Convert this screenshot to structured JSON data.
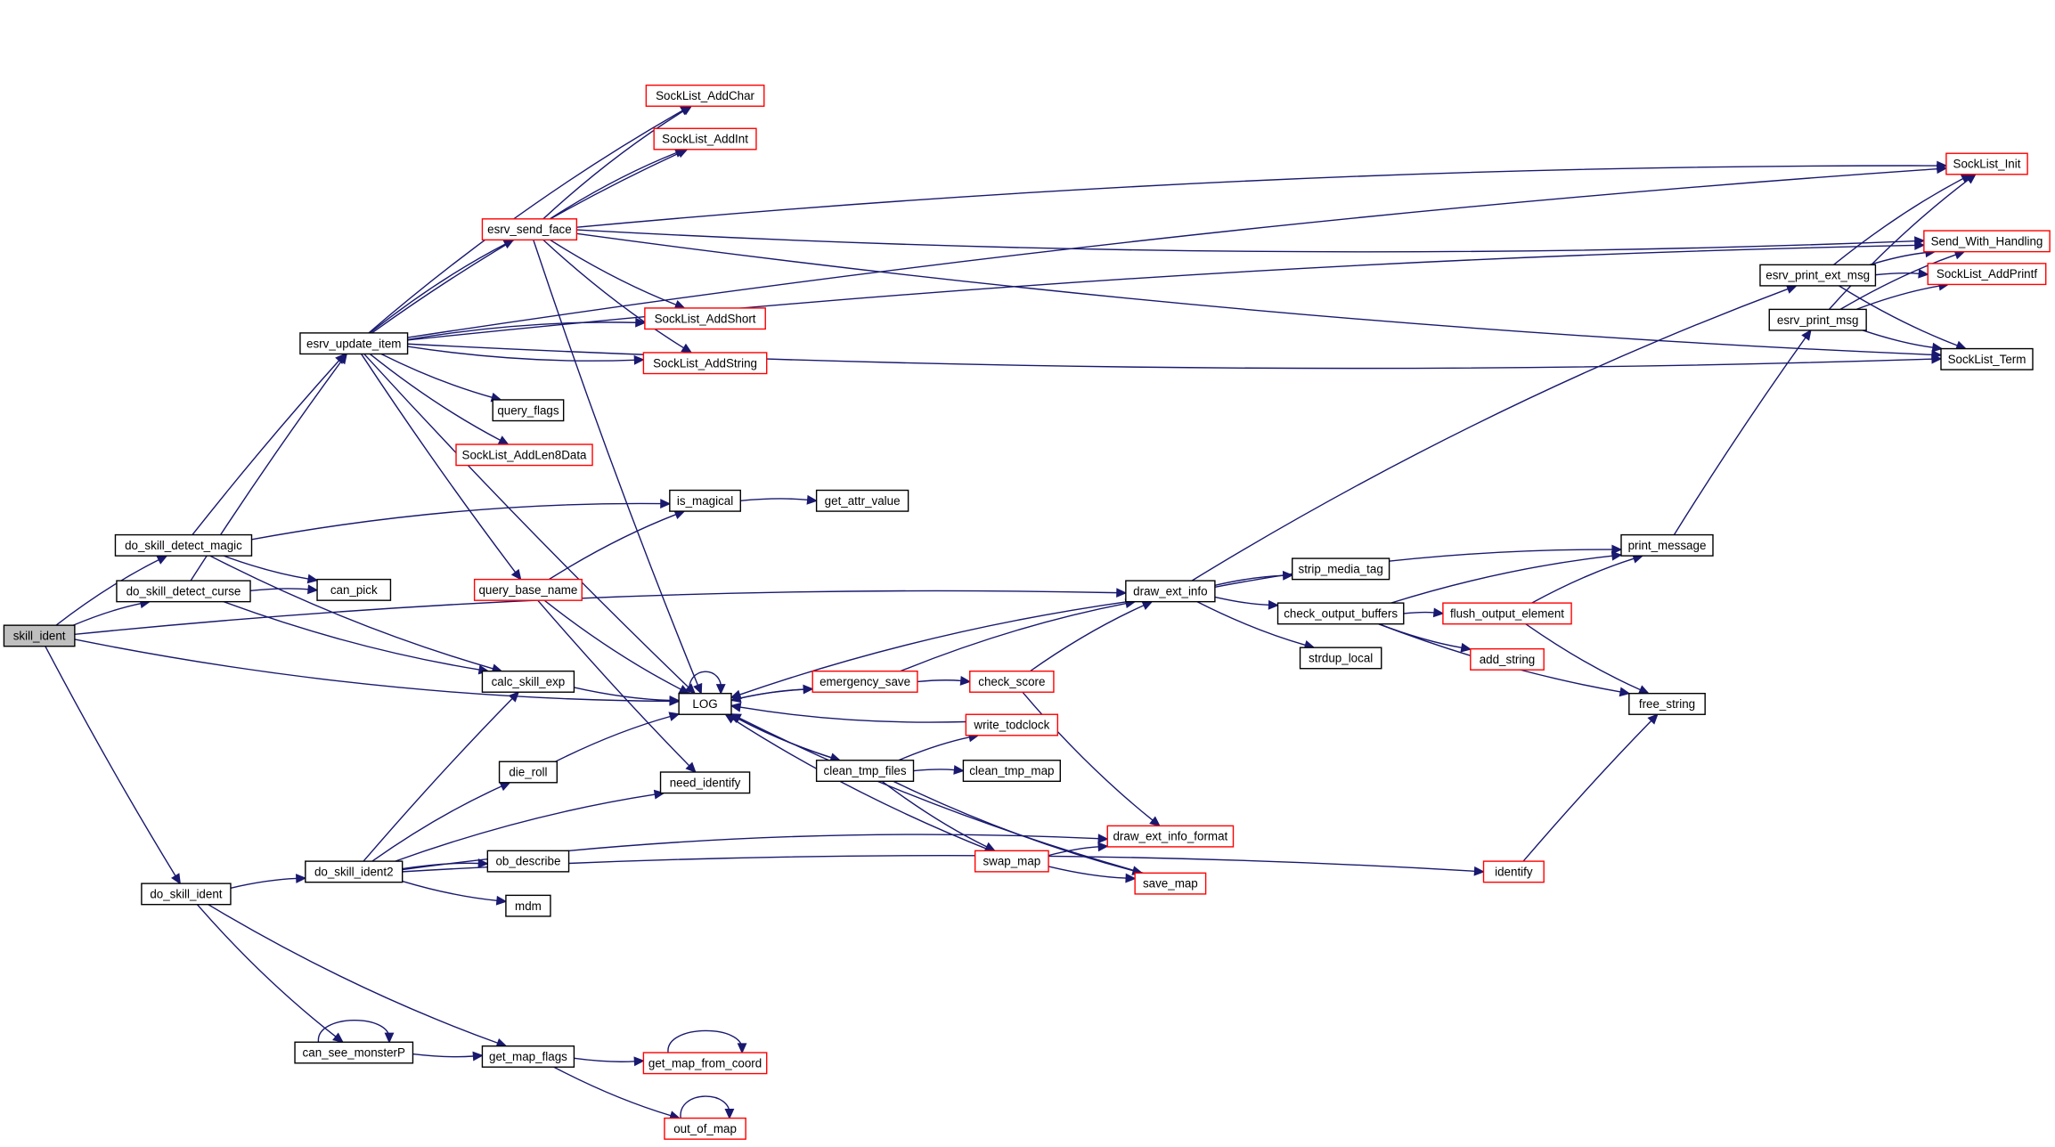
{
  "title": "Call graph: skill_ident",
  "colors": {
    "edge": "#191970",
    "border_normal": "#000000",
    "border_truncated": "#ff0000",
    "root_fill": "#bfbfbf",
    "fill": "#ffffff"
  },
  "nodes": {
    "skill_ident": {
      "label": "skill_ident",
      "kind": "root",
      "icon": "box"
    },
    "do_skill_detect_magic": {
      "label": "do_skill_detect_magic",
      "kind": "normal",
      "icon": "box"
    },
    "do_skill_detect_curse": {
      "label": "do_skill_detect_curse",
      "kind": "normal",
      "icon": "box"
    },
    "do_skill_ident": {
      "label": "do_skill_ident",
      "kind": "normal",
      "icon": "box"
    },
    "esrv_update_item": {
      "label": "esrv_update_item",
      "kind": "normal",
      "icon": "box"
    },
    "can_pick": {
      "label": "can_pick",
      "kind": "normal",
      "icon": "box"
    },
    "calc_skill_exp": {
      "label": "calc_skill_exp",
      "kind": "normal",
      "icon": "box"
    },
    "is_magical": {
      "label": "is_magical",
      "kind": "normal",
      "icon": "box"
    },
    "get_attr_value": {
      "label": "get_attr_value",
      "kind": "normal",
      "icon": "box"
    },
    "SockList_AddChar": {
      "label": "SockList_AddChar",
      "kind": "truncated",
      "icon": "box"
    },
    "SockList_AddInt": {
      "label": "SockList_AddInt",
      "kind": "truncated",
      "icon": "box"
    },
    "esrv_send_face": {
      "label": "esrv_send_face",
      "kind": "truncated",
      "icon": "box"
    },
    "SockList_AddShort": {
      "label": "SockList_AddShort",
      "kind": "truncated",
      "icon": "box"
    },
    "SockList_AddString": {
      "label": "SockList_AddString",
      "kind": "truncated",
      "icon": "box"
    },
    "query_flags": {
      "label": "query_flags",
      "kind": "normal",
      "icon": "box"
    },
    "SockList_AddLen8Data": {
      "label": "SockList_AddLen8Data",
      "kind": "truncated",
      "icon": "box"
    },
    "query_base_name": {
      "label": "query_base_name",
      "kind": "truncated",
      "icon": "box"
    },
    "LOG": {
      "label": "LOG",
      "kind": "normal",
      "icon": "box"
    },
    "need_identify": {
      "label": "need_identify",
      "kind": "normal",
      "icon": "box"
    },
    "die_roll": {
      "label": "die_roll",
      "kind": "normal",
      "icon": "box"
    },
    "do_skill_ident2": {
      "label": "do_skill_ident2",
      "kind": "normal",
      "icon": "box"
    },
    "ob_describe": {
      "label": "ob_describe",
      "kind": "normal",
      "icon": "box"
    },
    "mdm": {
      "label": "mdm",
      "kind": "normal",
      "icon": "box"
    },
    "can_see_monsterP": {
      "label": "can_see_monsterP",
      "kind": "normal",
      "icon": "box"
    },
    "get_map_flags": {
      "label": "get_map_flags",
      "kind": "normal",
      "icon": "box"
    },
    "get_map_from_coord": {
      "label": "get_map_from_coord",
      "kind": "truncated",
      "icon": "box"
    },
    "out_of_map": {
      "label": "out_of_map",
      "kind": "truncated",
      "icon": "box"
    },
    "emergency_save": {
      "label": "emergency_save",
      "kind": "truncated",
      "icon": "box"
    },
    "check_score": {
      "label": "check_score",
      "kind": "truncated",
      "icon": "box"
    },
    "write_todclock": {
      "label": "write_todclock",
      "kind": "truncated",
      "icon": "box"
    },
    "clean_tmp_files": {
      "label": "clean_tmp_files",
      "kind": "normal",
      "icon": "box"
    },
    "clean_tmp_map": {
      "label": "clean_tmp_map",
      "kind": "normal",
      "icon": "box"
    },
    "swap_map": {
      "label": "swap_map",
      "kind": "truncated",
      "icon": "box"
    },
    "draw_ext_info_format": {
      "label": "draw_ext_info_format",
      "kind": "truncated",
      "icon": "box"
    },
    "save_map": {
      "label": "save_map",
      "kind": "truncated",
      "icon": "box"
    },
    "draw_ext_info": {
      "label": "draw_ext_info",
      "kind": "normal",
      "icon": "box"
    },
    "strip_media_tag": {
      "label": "strip_media_tag",
      "kind": "normal",
      "icon": "box"
    },
    "check_output_buffers": {
      "label": "check_output_buffers",
      "kind": "normal",
      "icon": "box"
    },
    "strdup_local": {
      "label": "strdup_local",
      "kind": "normal",
      "icon": "box"
    },
    "flush_output_element": {
      "label": "flush_output_element",
      "kind": "truncated",
      "icon": "box"
    },
    "add_string": {
      "label": "add_string",
      "kind": "truncated",
      "icon": "box"
    },
    "print_message": {
      "label": "print_message",
      "kind": "normal",
      "icon": "box"
    },
    "free_string": {
      "label": "free_string",
      "kind": "normal",
      "icon": "box"
    },
    "identify": {
      "label": "identify",
      "kind": "truncated",
      "icon": "box"
    },
    "esrv_print_ext_msg": {
      "label": "esrv_print_ext_msg",
      "kind": "normal",
      "icon": "box"
    },
    "esrv_print_msg": {
      "label": "esrv_print_msg",
      "kind": "normal",
      "icon": "box"
    },
    "SockList_Init": {
      "label": "SockList_Init",
      "kind": "truncated",
      "icon": "box"
    },
    "Send_With_Handling": {
      "label": "Send_With_Handling",
      "kind": "truncated",
      "icon": "box"
    },
    "SockList_AddPrintf": {
      "label": "SockList_AddPrintf",
      "kind": "truncated",
      "icon": "box"
    },
    "SockList_Term": {
      "label": "SockList_Term",
      "kind": "normal",
      "icon": "box"
    }
  },
  "edges": [
    [
      "skill_ident",
      "do_skill_detect_magic"
    ],
    [
      "skill_ident",
      "do_skill_detect_curse"
    ],
    [
      "skill_ident",
      "do_skill_ident"
    ],
    [
      "skill_ident",
      "LOG"
    ],
    [
      "skill_ident",
      "draw_ext_info"
    ],
    [
      "do_skill_detect_magic",
      "esrv_update_item"
    ],
    [
      "do_skill_detect_magic",
      "can_pick"
    ],
    [
      "do_skill_detect_magic",
      "is_magical"
    ],
    [
      "do_skill_detect_magic",
      "calc_skill_exp"
    ],
    [
      "do_skill_detect_curse",
      "esrv_update_item"
    ],
    [
      "do_skill_detect_curse",
      "can_pick"
    ],
    [
      "do_skill_detect_curse",
      "calc_skill_exp"
    ],
    [
      "do_skill_ident",
      "do_skill_ident2"
    ],
    [
      "do_skill_ident",
      "can_see_monsterP"
    ],
    [
      "do_skill_ident",
      "get_map_flags"
    ],
    [
      "esrv_update_item",
      "SockList_AddChar"
    ],
    [
      "esrv_update_item",
      "SockList_AddInt"
    ],
    [
      "esrv_update_item",
      "esrv_send_face"
    ],
    [
      "esrv_update_item",
      "SockList_AddShort"
    ],
    [
      "esrv_update_item",
      "SockList_AddString"
    ],
    [
      "esrv_update_item",
      "query_flags"
    ],
    [
      "esrv_update_item",
      "SockList_AddLen8Data"
    ],
    [
      "esrv_update_item",
      "query_base_name"
    ],
    [
      "esrv_update_item",
      "LOG"
    ],
    [
      "esrv_update_item",
      "SockList_Init"
    ],
    [
      "esrv_update_item",
      "Send_With_Handling"
    ],
    [
      "esrv_update_item",
      "SockList_Term"
    ],
    [
      "esrv_send_face",
      "SockList_AddChar"
    ],
    [
      "esrv_send_face",
      "SockList_AddInt"
    ],
    [
      "esrv_send_face",
      "SockList_AddShort"
    ],
    [
      "esrv_send_face",
      "SockList_AddString"
    ],
    [
      "esrv_send_face",
      "LOG"
    ],
    [
      "esrv_send_face",
      "SockList_Init"
    ],
    [
      "esrv_send_face",
      "Send_With_Handling"
    ],
    [
      "esrv_send_face",
      "SockList_Term"
    ],
    [
      "query_base_name",
      "is_magical"
    ],
    [
      "query_base_name",
      "need_identify"
    ],
    [
      "query_base_name",
      "LOG"
    ],
    [
      "is_magical",
      "get_attr_value"
    ],
    [
      "calc_skill_exp",
      "LOG"
    ],
    [
      "LOG",
      "LOG"
    ],
    [
      "LOG",
      "emergency_save"
    ],
    [
      "LOG",
      "clean_tmp_files"
    ],
    [
      "die_roll",
      "LOG"
    ],
    [
      "do_skill_ident2",
      "calc_skill_exp"
    ],
    [
      "do_skill_ident2",
      "die_roll"
    ],
    [
      "do_skill_ident2",
      "need_identify"
    ],
    [
      "do_skill_ident2",
      "ob_describe"
    ],
    [
      "do_skill_ident2",
      "mdm"
    ],
    [
      "do_skill_ident2",
      "draw_ext_info_format"
    ],
    [
      "do_skill_ident2",
      "identify"
    ],
    [
      "can_see_monsterP",
      "can_see_monsterP"
    ],
    [
      "can_see_monsterP",
      "get_map_flags"
    ],
    [
      "get_map_flags",
      "get_map_from_coord"
    ],
    [
      "get_map_flags",
      "out_of_map"
    ],
    [
      "get_map_from_coord",
      "get_map_from_coord"
    ],
    [
      "out_of_map",
      "out_of_map"
    ],
    [
      "emergency_save",
      "LOG"
    ],
    [
      "emergency_save",
      "check_score"
    ],
    [
      "emergency_save",
      "draw_ext_info"
    ],
    [
      "check_score",
      "draw_ext_info"
    ],
    [
      "check_score",
      "draw_ext_info_format"
    ],
    [
      "write_todclock",
      "LOG"
    ],
    [
      "clean_tmp_files",
      "LOG"
    ],
    [
      "clean_tmp_files",
      "write_todclock"
    ],
    [
      "clean_tmp_files",
      "clean_tmp_map"
    ],
    [
      "clean_tmp_files",
      "swap_map"
    ],
    [
      "clean_tmp_files",
      "save_map"
    ],
    [
      "swap_map",
      "LOG"
    ],
    [
      "swap_map",
      "draw_ext_info_format"
    ],
    [
      "swap_map",
      "save_map"
    ],
    [
      "save_map",
      "LOG"
    ],
    [
      "draw_ext_info",
      "LOG"
    ],
    [
      "draw_ext_info",
      "strip_media_tag"
    ],
    [
      "draw_ext_info",
      "check_output_buffers"
    ],
    [
      "draw_ext_info",
      "strdup_local"
    ],
    [
      "draw_ext_info",
      "print_message"
    ],
    [
      "draw_ext_info",
      "esrv_print_ext_msg"
    ],
    [
      "check_output_buffers",
      "flush_output_element"
    ],
    [
      "check_output_buffers",
      "add_string"
    ],
    [
      "check_output_buffers",
      "free_string"
    ],
    [
      "check_output_buffers",
      "print_message"
    ],
    [
      "flush_output_element",
      "print_message"
    ],
    [
      "flush_output_element",
      "free_string"
    ],
    [
      "print_message",
      "esrv_print_msg"
    ],
    [
      "identify",
      "free_string"
    ],
    [
      "esrv_print_ext_msg",
      "SockList_Init"
    ],
    [
      "esrv_print_ext_msg",
      "Send_With_Handling"
    ],
    [
      "esrv_print_ext_msg",
      "SockList_AddPrintf"
    ],
    [
      "esrv_print_ext_msg",
      "SockList_Term"
    ],
    [
      "esrv_print_msg",
      "SockList_Init"
    ],
    [
      "esrv_print_msg",
      "Send_With_Handling"
    ],
    [
      "esrv_print_msg",
      "SockList_AddPrintf"
    ],
    [
      "esrv_print_msg",
      "SockList_Term"
    ]
  ]
}
